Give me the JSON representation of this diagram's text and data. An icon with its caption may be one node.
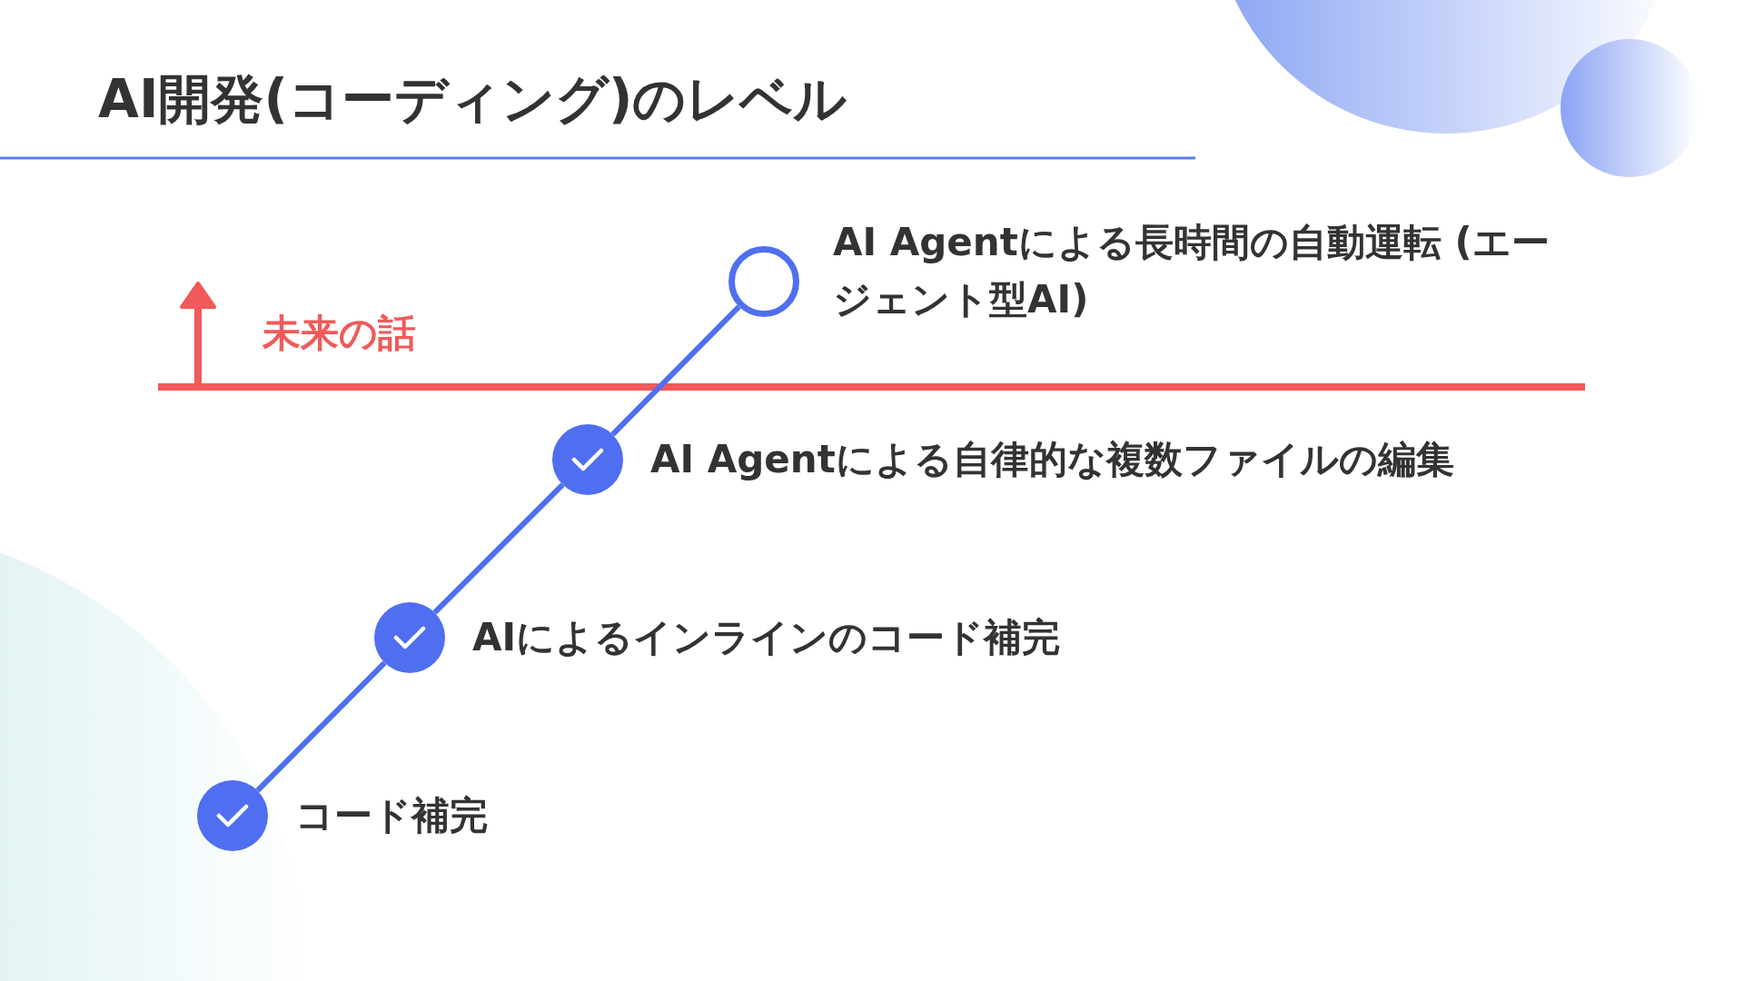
{
  "diagram": {
    "title": "AI開発(コーディング)のレベル",
    "nodes": [
      {
        "text": [],
        "shape": "circle",
        "beside": [
          "AI Agentによる長時間の自動運転 (エージェント型AI)"
        ]
      },
      {
        "text": [],
        "shape": "circle",
        "beside": [
          "AI Agentによる自律的な複数ファイルの編集"
        ]
      },
      {
        "text": [],
        "shape": "circle",
        "beside": [
          "AIによるインラインのコード補完"
        ]
      },
      {
        "text": [],
        "shape": "circle",
        "beside": [
          "コード補完"
        ]
      }
    ],
    "edges": [
      {
        "from": 3,
        "to": 2,
        "arrow": "none"
      },
      {
        "from": 2,
        "to": 1,
        "arrow": "none"
      },
      {
        "from": 1,
        "to": 0,
        "arrow": "none"
      }
    ],
    "labels": [
      "未来の話"
    ]
  }
}
